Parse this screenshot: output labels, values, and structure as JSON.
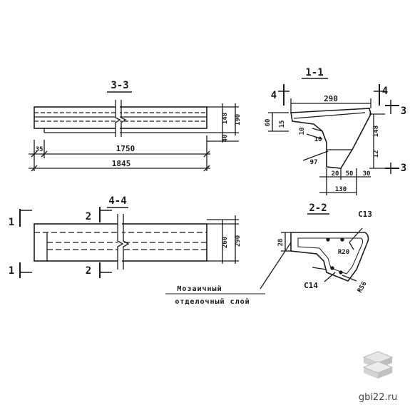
{
  "sections": {
    "s33": "3-3",
    "s11": "1-1",
    "s44": "4-4",
    "s22": "2-2"
  },
  "dims": {
    "d35": "35",
    "d1750": "1750",
    "d1845": "1845",
    "d148a": "148",
    "d190": "190",
    "d40": "40",
    "d290": "290",
    "d60": "60",
    "d15": "15",
    "d10a": "10",
    "d10b": "10",
    "d148b": "148",
    "d12": "12",
    "d97": "97",
    "d20": "20",
    "d50": "50",
    "d30": "30",
    "d130": "130",
    "d260": "260",
    "d290b": "290",
    "d28": "28",
    "r20": "R20",
    "r56": "R56"
  },
  "marks": {
    "m1a": "1",
    "m1b": "1",
    "m2a": "2",
    "m2b": "2",
    "m3a": "3",
    "m3b": "3",
    "m4a": "4",
    "m4b": "4",
    "c13": "С13",
    "c14": "С14"
  },
  "note": {
    "line1": "Мозаичный",
    "line2": "отделочный слой"
  },
  "watermark": {
    "text": "gbi22.ru",
    "icon": "stacked-slabs-icon"
  }
}
